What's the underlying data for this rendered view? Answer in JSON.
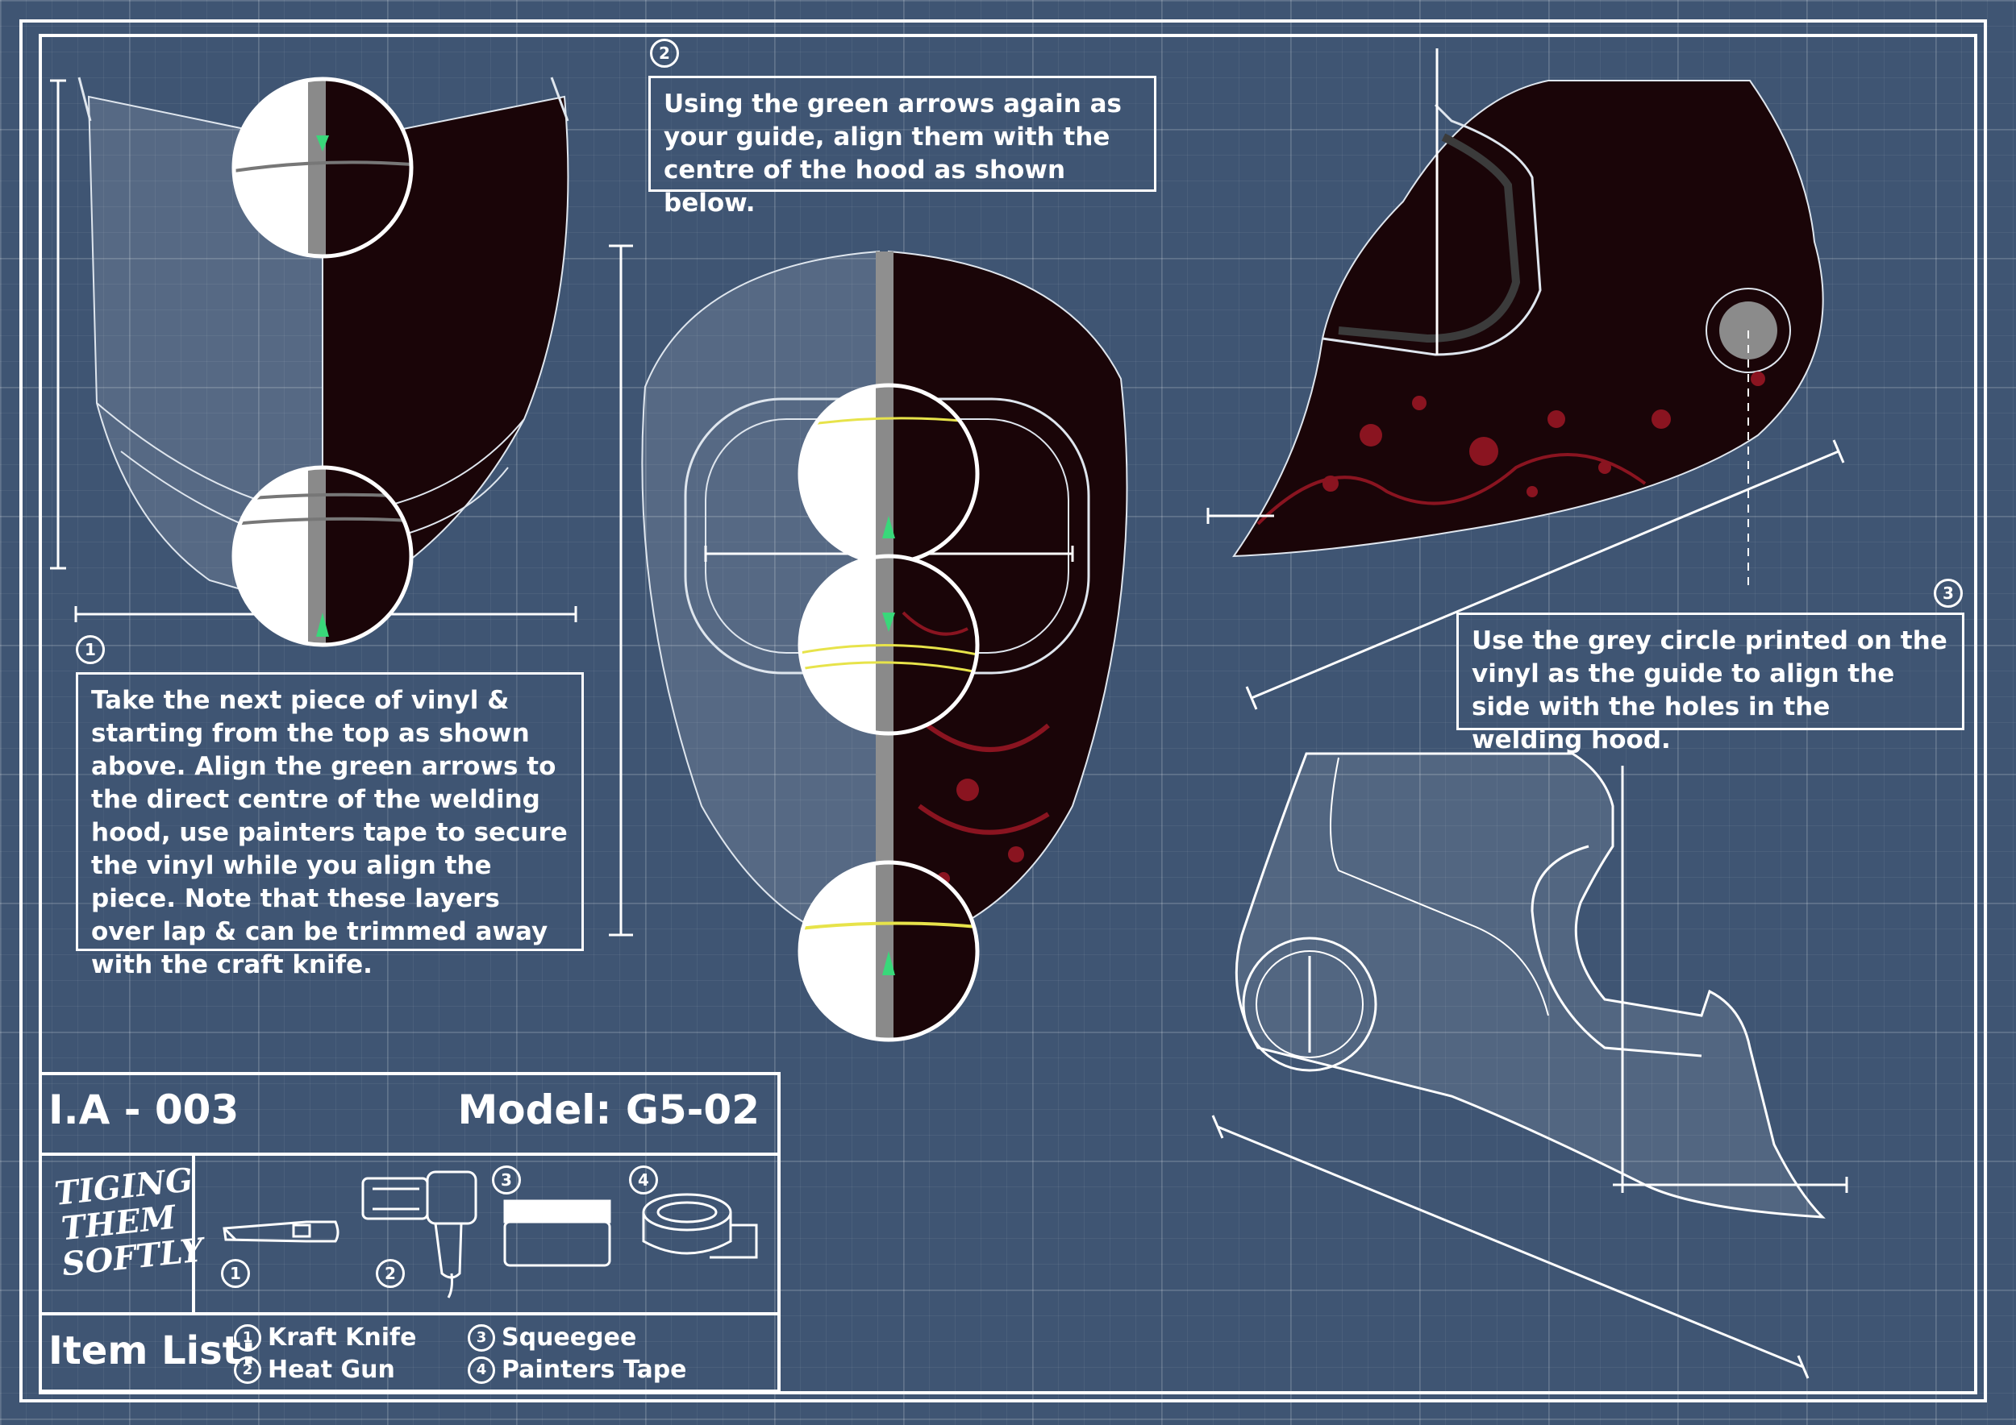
{
  "steps": [
    {
      "number": "1",
      "text": "Take the next piece of vinyl & starting from the top as shown above. Align the green arrows to the direct centre of the welding hood, use painters tape to secure the vinyl while you align the piece. Note that these layers over lap & can be trimmed away with the craft knife."
    },
    {
      "number": "2",
      "text": "Using the green arrows again as your guide, align them with the centre of the hood as shown below."
    },
    {
      "number": "3",
      "text": "Use the grey circle printed on the vinyl as the guide to align the side with the holes in the welding hood."
    }
  ],
  "title_block": {
    "code": "I.A - 003",
    "model": "Model: G5-02",
    "logo_text": "TIGING THEM SOFTLY",
    "tool_numbers": [
      "1",
      "2",
      "3",
      "4"
    ],
    "item_list_label": "Item List:",
    "items": [
      {
        "number": "1",
        "label": "Kraft Knife"
      },
      {
        "number": "2",
        "label": "Heat Gun"
      },
      {
        "number": "3",
        "label": "Squeegee"
      },
      {
        "number": "4",
        "label": "Painters Tape"
      }
    ]
  },
  "colors": {
    "background": "#3f5573",
    "vinyl_dark": "#1a0508",
    "splatter_red": "#8a1420",
    "guide_arrow": "#39d87a",
    "guide_circle": "#888888",
    "highlight_yellow": "#e7e34a"
  }
}
